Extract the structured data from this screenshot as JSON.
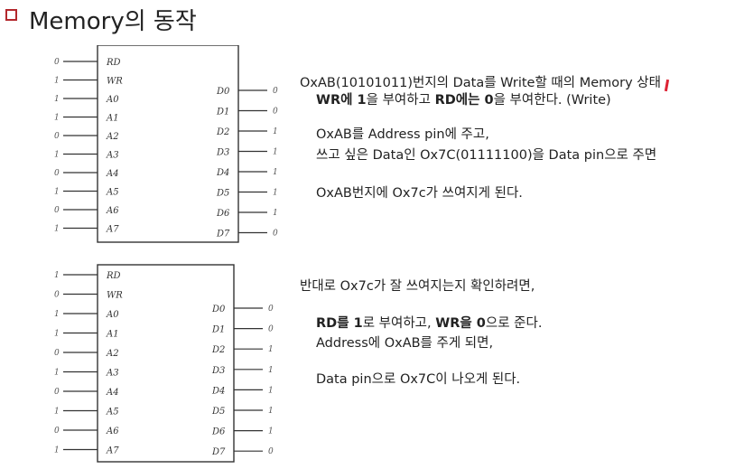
{
  "title": "Memory의 동작",
  "chip1": {
    "left_pins": [
      {
        "label": "RD",
        "bit": "0"
      },
      {
        "label": "WR",
        "bit": "1"
      },
      {
        "label": "A0",
        "bit": "1"
      },
      {
        "label": "A1",
        "bit": "1"
      },
      {
        "label": "A2",
        "bit": "0"
      },
      {
        "label": "A3",
        "bit": "1"
      },
      {
        "label": "A4",
        "bit": "0"
      },
      {
        "label": "A5",
        "bit": "1"
      },
      {
        "label": "A6",
        "bit": "0"
      },
      {
        "label": "A7",
        "bit": "1"
      }
    ],
    "right_pins": [
      {
        "label": "D0",
        "bit": "0"
      },
      {
        "label": "D1",
        "bit": "0"
      },
      {
        "label": "D2",
        "bit": "1"
      },
      {
        "label": "D3",
        "bit": "1"
      },
      {
        "label": "D4",
        "bit": "1"
      },
      {
        "label": "D5",
        "bit": "1"
      },
      {
        "label": "D6",
        "bit": "1"
      },
      {
        "label": "D7",
        "bit": "0"
      }
    ]
  },
  "chip2": {
    "left_pins": [
      {
        "label": "RD",
        "bit": "1"
      },
      {
        "label": "WR",
        "bit": "0"
      },
      {
        "label": "A0",
        "bit": "1"
      },
      {
        "label": "A1",
        "bit": "1"
      },
      {
        "label": "A2",
        "bit": "0"
      },
      {
        "label": "A3",
        "bit": "1"
      },
      {
        "label": "A4",
        "bit": "0"
      },
      {
        "label": "A5",
        "bit": "1"
      },
      {
        "label": "A6",
        "bit": "0"
      },
      {
        "label": "A7",
        "bit": "1"
      }
    ],
    "right_pins": [
      {
        "label": "D0",
        "bit": "0"
      },
      {
        "label": "D1",
        "bit": "0"
      },
      {
        "label": "D2",
        "bit": "1"
      },
      {
        "label": "D3",
        "bit": "1"
      },
      {
        "label": "D4",
        "bit": "1"
      },
      {
        "label": "D5",
        "bit": "1"
      },
      {
        "label": "D6",
        "bit": "1"
      },
      {
        "label": "D7",
        "bit": "0"
      }
    ]
  },
  "write_section": {
    "line1": "OxAB(10101011)번지의 Data를 Write할 때의 Memory 상태",
    "line2_b1": "WR에 1",
    "line2_t1": "을 부여하고 ",
    "line2_b2": "RD에는 0",
    "line2_t2": "을 부여한다. (Write)",
    "line3": "OxAB를 Address pin에 주고,",
    "line4": "쓰고 싶은 Data인 Ox7C(01111100)을 Data pin으로 주면",
    "line5": "OxAB번지에 Ox7c가 쓰여지게 된다."
  },
  "read_section": {
    "line1": "반대로 Ox7c가 잘 쓰여지는지 확인하려면,",
    "line2_b1": "RD를 1",
    "line2_t1": "로 부여하고, ",
    "line2_b2": "WR을 0",
    "line2_t2": "으로 준다.",
    "line3": "Address에 OxAB를 주게 되면,",
    "line4": "Data pin으로 Ox7C이 나오게 된다."
  }
}
